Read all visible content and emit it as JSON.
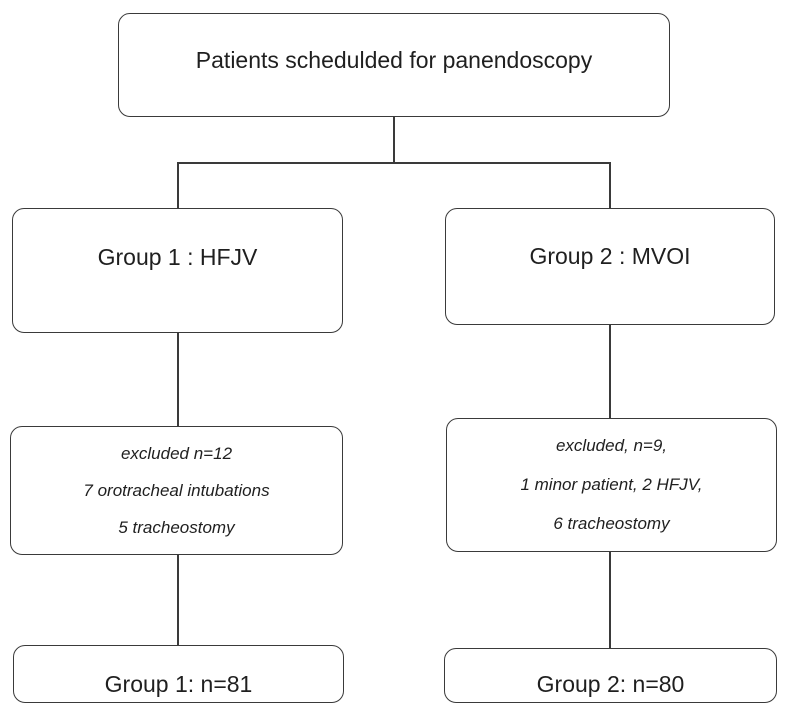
{
  "diagram": {
    "type": "flowchart",
    "title_box": {
      "label": "Patients schedulded for panendoscopy"
    },
    "group1_box": {
      "label": "Group 1 : HFJV"
    },
    "group2_box": {
      "label": "Group 2 : MVOI"
    },
    "exclusion1_box": {
      "lines": [
        "excluded n=12",
        "7 orotracheal intubations",
        "5 tracheostomy"
      ]
    },
    "exclusion2_box": {
      "lines": [
        "excluded, n=9,",
        "1 minor patient, 2 HFJV,",
        "6 tracheostomy"
      ]
    },
    "result1_box": {
      "label": "Group 1: n=81"
    },
    "result2_box": {
      "label": "Group 2: n=80"
    },
    "colors": {
      "border": "#3a3a3a",
      "text": "#1f1f1f",
      "background": "#ffffff"
    }
  }
}
